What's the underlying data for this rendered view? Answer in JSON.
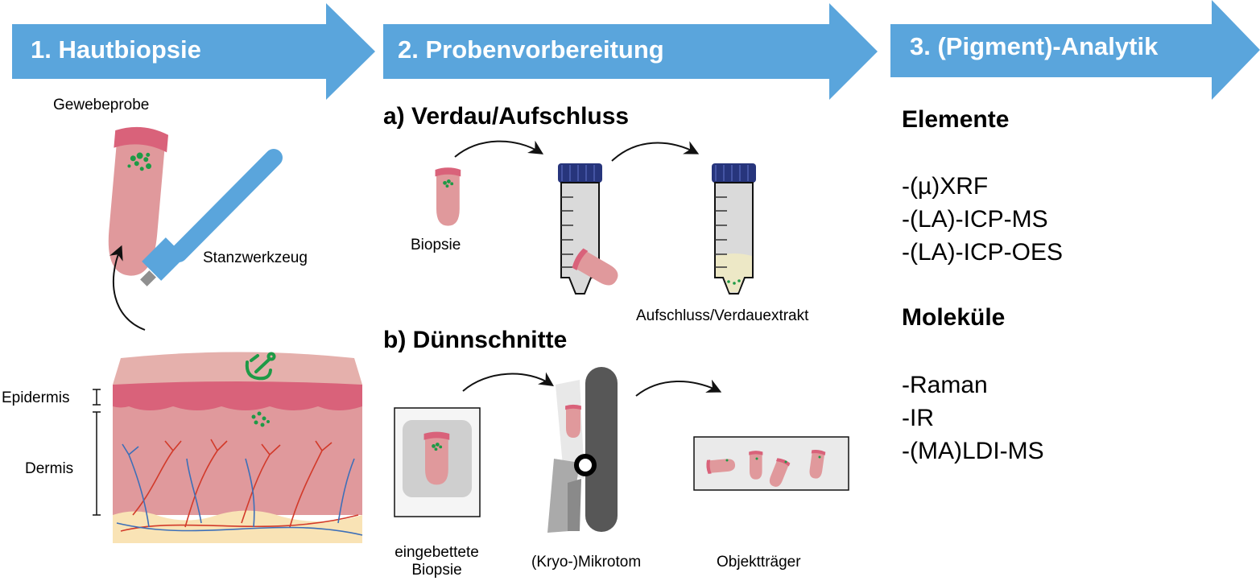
{
  "steps": [
    {
      "label": "1. Hautbiopsie"
    },
    {
      "label": "2. Probenvorbereitung"
    },
    {
      "label": "3. (Pigment)-Analytik"
    }
  ],
  "biopsy": {
    "sample_label": "Gewebeprobe",
    "tool_label": "Stanzwerkzeug",
    "layers": {
      "epidermis": "Epidermis",
      "dermis": "Dermis"
    }
  },
  "prep": {
    "digest": {
      "heading": "a) Verdau/Aufschluss",
      "biopsy_label": "Biopsie",
      "extract_label": "Aufschluss/Verdauextrakt"
    },
    "sections": {
      "heading": "b) Dünnschnitte",
      "embedded_label_line1": "eingebettete",
      "embedded_label_line2": "Biopsie",
      "microtome_label": "(Kryo-)Mikrotom",
      "slide_label": "Objektträger"
    }
  },
  "analytics": {
    "elements": {
      "heading": "Elemente",
      "methods": [
        "-(µ)XRF",
        "-(LA)-ICP-MS",
        "-(LA)-ICP-OES"
      ]
    },
    "molecules": {
      "heading": "Moleküle",
      "methods": [
        "-Raman",
        "-IR",
        "-(MA)LDI-MS"
      ]
    }
  },
  "colors": {
    "arrow_blue": "#5aa5dc",
    "skin_pink": "#e0999c",
    "epidermis": "#d9627a",
    "top_skin": "#e5b0ac",
    "fat": "#f9e3b5",
    "pigment_green": "#1e9a46",
    "cap_blue": "#27357c",
    "microtome_dark": "#575757"
  }
}
